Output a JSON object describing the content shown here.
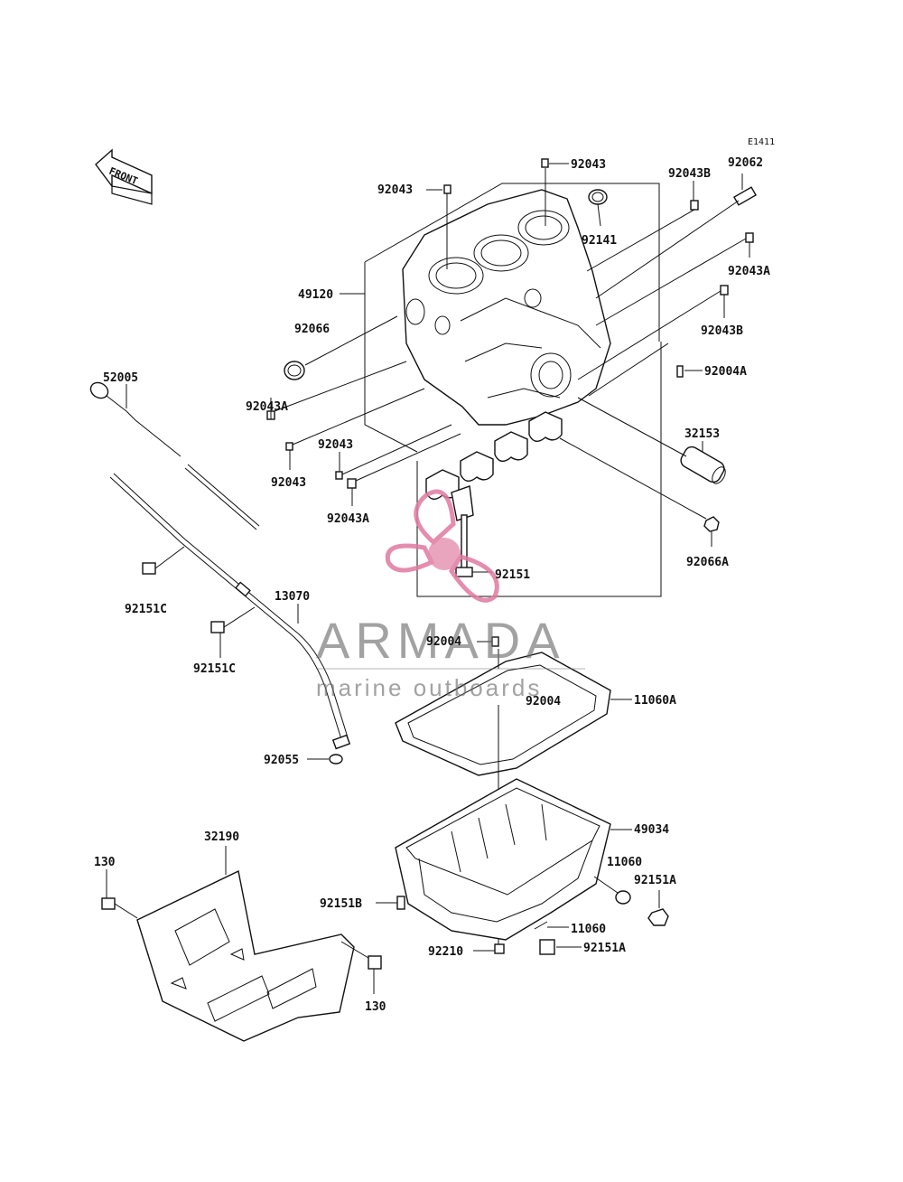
{
  "diagram_ref": "E1411",
  "front_label": "FRONT",
  "watermark": {
    "brand": "ARMADA",
    "tagline": "marine outboards",
    "colors": {
      "logo": "#e07aa0",
      "text": "#6d6d6d"
    }
  },
  "parts": {
    "p92043_top": "92043",
    "p92043_left": "92043",
    "p92043B_a": "92043B",
    "p92062": "92062",
    "p92141": "92141",
    "p92043A_right": "92043A",
    "p49120": "49120",
    "p92066": "92066",
    "p92043B_b": "92043B",
    "p92004A": "92004A",
    "p52005": "52005",
    "p92043A_left": "92043A",
    "p92043_a": "92043",
    "p92043_b": "92043",
    "p32153": "32153",
    "p92043A_low": "92043A",
    "p92066A": "92066A",
    "p92151": "92151",
    "p92151C_a": "92151C",
    "p13070": "13070",
    "p92151C_b": "92151C",
    "p92004_a": "92004",
    "p92004_b": "92004",
    "p11060A": "11060A",
    "p92055": "92055",
    "p49034": "49034",
    "p32190": "32190",
    "p11060_a": "11060",
    "p130_a": "130",
    "p92151A_a": "92151A",
    "p92151B": "92151B",
    "p11060_b": "11060",
    "p92210": "92210",
    "p92151A_b": "92151A",
    "p130_b": "130"
  }
}
